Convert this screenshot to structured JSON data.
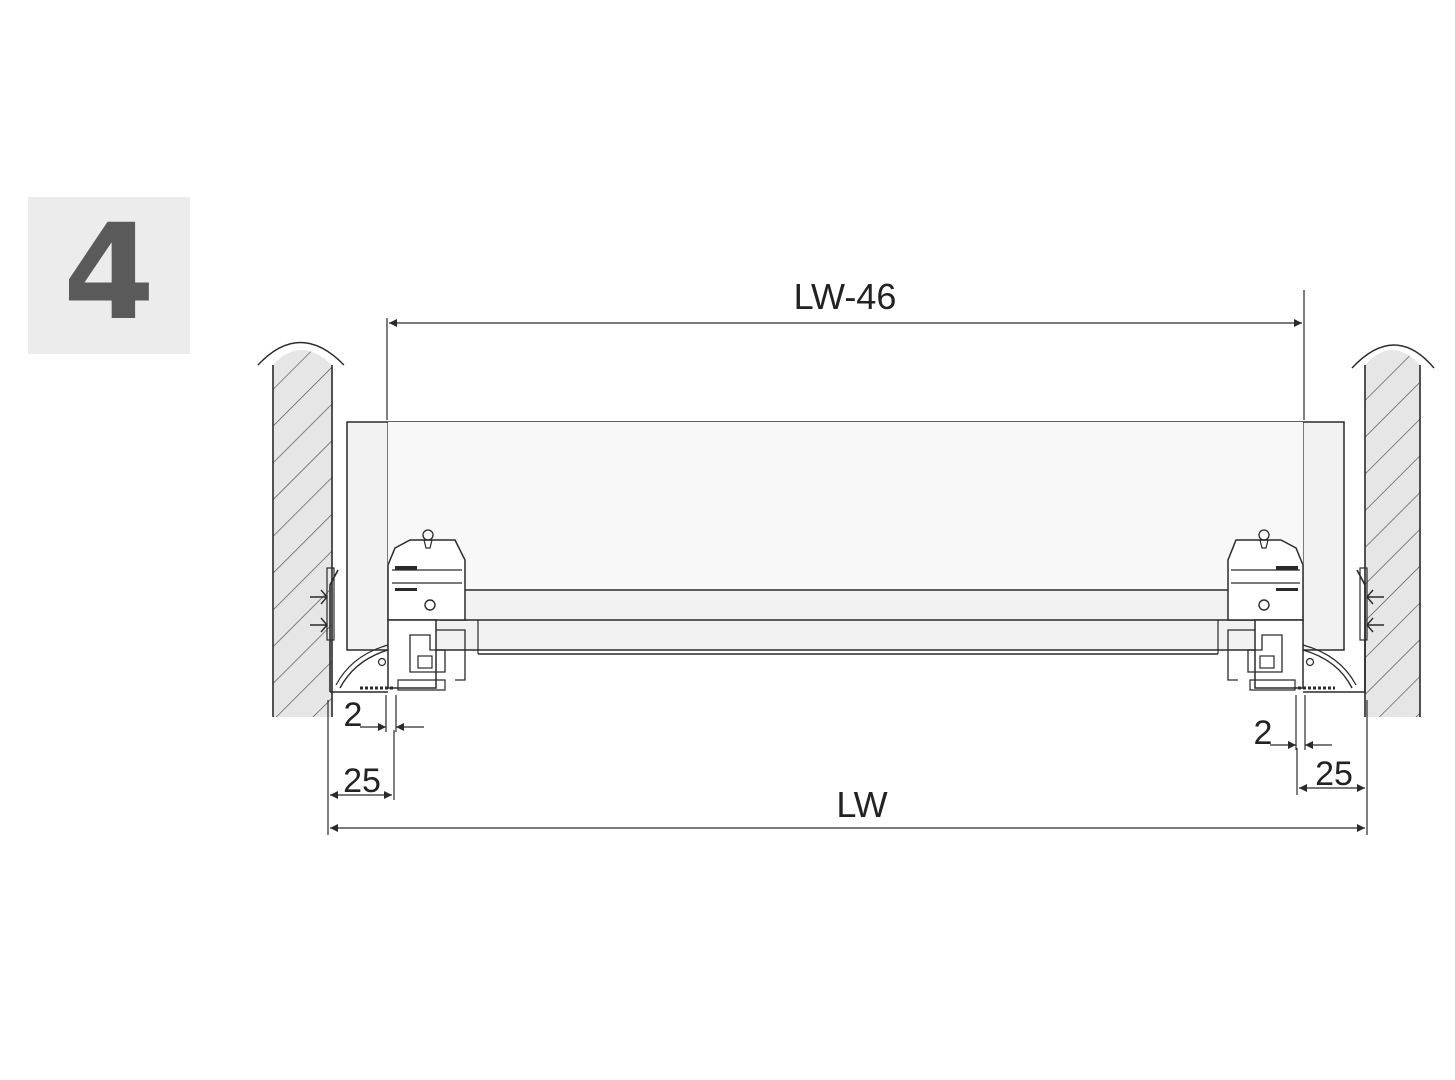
{
  "step": {
    "number": "4"
  },
  "dimensions": {
    "inner_width": "LW-46",
    "total_width": "LW",
    "gap_left": "2",
    "gap_right": "2",
    "offset_left": "25",
    "offset_right": "25"
  },
  "colors": {
    "badge_bg": "#ececec",
    "badge_text": "#5a5a5a",
    "line": "#2a2a2a",
    "panel_fill": "#f2f2f2",
    "hatch": "#555555"
  },
  "icons": [
    "cabinet-wall-hatched",
    "drawer-runner",
    "mounting-screw",
    "dimension-arrow"
  ]
}
